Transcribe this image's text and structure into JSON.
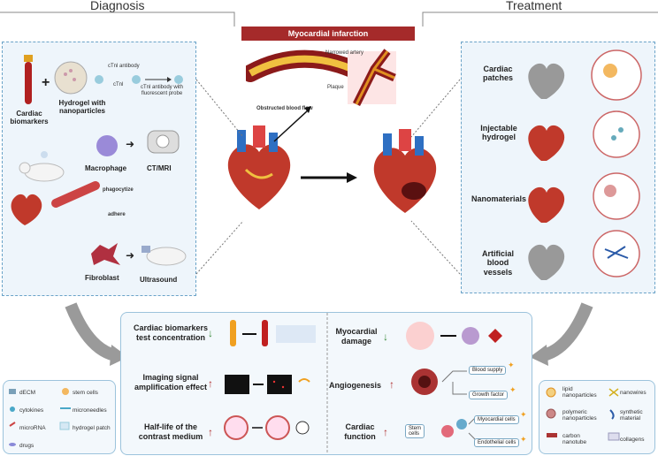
{
  "headers": {
    "diagnosis": "Diagnosis",
    "treatment": "Treatment"
  },
  "center": {
    "banner": "Myocardial infarction",
    "narrowed_artery": "Narrowed artery",
    "plaque": "Plaque",
    "obstructed": "Obstructed blood flow"
  },
  "diagnosis": {
    "cardiac_biomarkers": "Cardiac biomarkers",
    "hydrogel": "Hydrogel with nanoparticles",
    "ctnl_antibody": "cTnl antibody",
    "ctnl": "cTnl",
    "ctnl_fluorescent": "cTnl antibody with fluorescent probe",
    "macrophage": "Macrophage",
    "ct_mri": "CT/MRI",
    "phagocytize": "phagocytize",
    "adhere": "adhere",
    "fibroblast": "Fibroblast",
    "ultrasound": "Ultrasound"
  },
  "treatment": {
    "items": [
      "Cardiac patches",
      "Injectable hydrogel",
      "Nanomaterials",
      "Artificial blood vessels"
    ]
  },
  "effects": {
    "rows": [
      {
        "label": "Cardiac biomarkers test concentration",
        "dir": "down"
      },
      {
        "label": "Imaging signal amplification effect",
        "dir": "up"
      },
      {
        "label": "Half-life of the contrast medium",
        "dir": "up"
      }
    ],
    "right_rows": [
      {
        "label": "Myocardial damage",
        "dir": "down"
      },
      {
        "label": "Angiogenesis",
        "dir": "up"
      },
      {
        "label": "Cardiac function",
        "dir": "up"
      }
    ],
    "blood_supply": "Blood supply",
    "growth_factor": "Growth factor",
    "stem_cells": "Stem cells",
    "myocardial_cells": "Myocardial cells",
    "endothelial_cells": "Endothelial cells"
  },
  "legend_left": [
    "dECM",
    "stem cells",
    "cytokines",
    "microneedles",
    "microRNA",
    "hydrogel patch",
    "drugs"
  ],
  "legend_right": [
    "lipid nanoparticles",
    "nanowires",
    "polymeric nanoparticles",
    "synthetic material",
    "carbon nanotube",
    "collagens"
  ],
  "colors": {
    "dash": "#6aa3c8",
    "banner": "#a52a2a",
    "up": "#b03030",
    "down": "#3a8a3a"
  }
}
